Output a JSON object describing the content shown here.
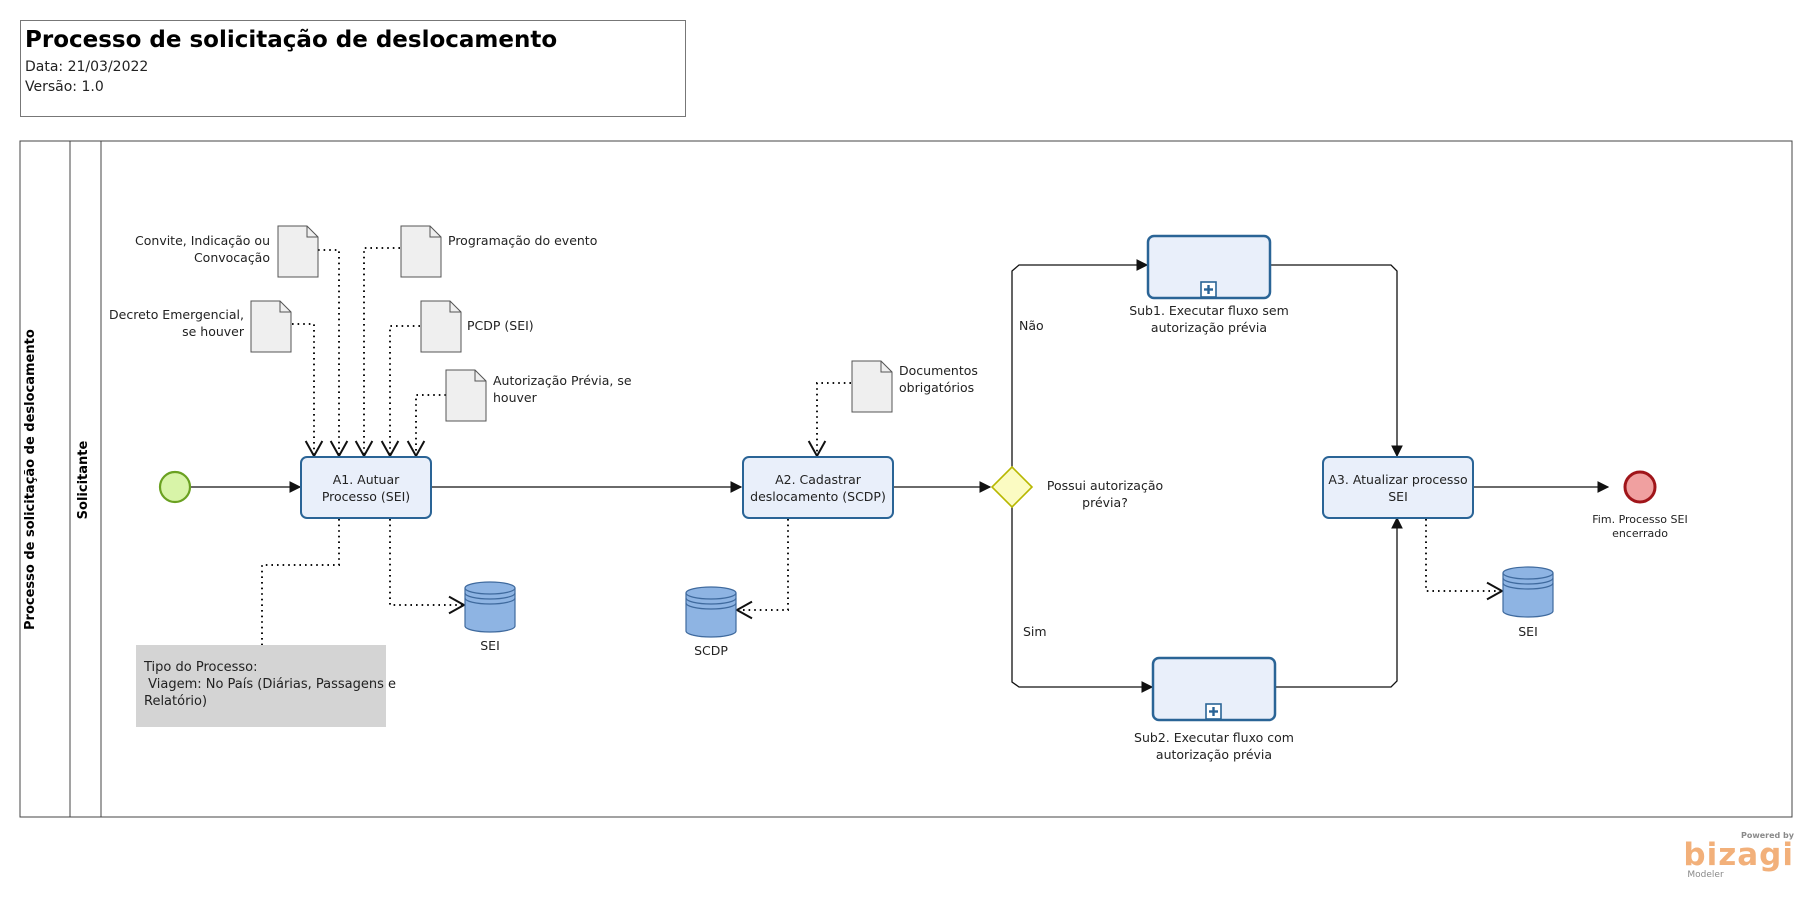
{
  "header": {
    "title": "Processo de solicitação de deslocamento",
    "date": "Data: 21/03/2022",
    "version": "Versão: 1.0"
  },
  "pool": {
    "name": "Processo de solicitação de deslocamento"
  },
  "lane": {
    "name": "Solicitante"
  },
  "documents": {
    "convite_line1": "Convite, Indicação ou",
    "convite_line2": "Convocação",
    "programacao": "Programação do evento",
    "decreto_line1": "Decreto Emergencial,",
    "decreto_line2": "se houver",
    "pcdp": "PCDP (SEI)",
    "autorizacao_line1": "Autorização Prévia, se",
    "autorizacao_line2": "houver",
    "documentos_line1": "Documentos",
    "documentos_line2": "obrigatórios"
  },
  "tasks": {
    "a1_line1": "A1. Autuar",
    "a1_line2": "Processo (SEI)",
    "a2_line1": "A2. Cadastrar",
    "a2_line2": "deslocamento (SCDP)",
    "a3_line1": "A3. Atualizar processo",
    "a3_line2": "SEI",
    "sub1_line1": "Sub1. Executar fluxo sem",
    "sub1_line2": "autorização prévia",
    "sub2_line1": "Sub2. Executar fluxo com",
    "sub2_line2": "autorização prévia"
  },
  "gateway": {
    "question_line1": "Possui autorização",
    "question_line2": "prévia?",
    "no_label": "Não",
    "yes_label": "Sim"
  },
  "datastores": {
    "sei_1": "SEI",
    "scdp": "SCDP",
    "sei_2": "SEI"
  },
  "end_event": {
    "line1": "Fim. Processo SEI",
    "line2": "encerrado"
  },
  "annotation": {
    "line1": "Tipo do Processo:",
    "line2": " Viagem: No País (Diárias, Passagens e",
    "line3": "Relatório)"
  },
  "branding": {
    "powered_by": "Powered by",
    "logo_text": "bizagi",
    "product": "Modeler"
  },
  "colors": {
    "task_fill": "#e9effa",
    "task_stroke": "#2a6496",
    "start_fill": "#d8f4a8",
    "start_stroke": "#6aa121",
    "end_fill": "#f0a0a0",
    "end_stroke": "#a0151a",
    "gateway_fill": "#fbfbc2",
    "gateway_stroke": "#b7b700",
    "datastore_fill": "#8eb4e3",
    "datastore_stroke": "#3f6a9e",
    "document_fill": "#efefef",
    "annotation_fill": "#d4d4d4"
  }
}
